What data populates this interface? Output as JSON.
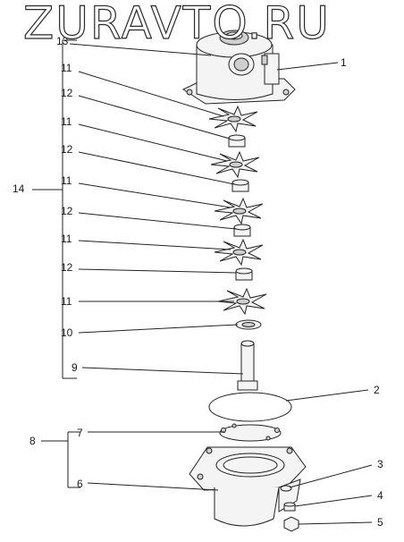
{
  "watermark": "ZURAVTO.RU",
  "callouts": {
    "c1": "1",
    "c2": "2",
    "c3": "3",
    "c4": "4",
    "c5": "5",
    "c6": "6",
    "c7": "7",
    "c8": "8",
    "c9": "9",
    "c10": "10",
    "c11a": "11",
    "c11b": "11",
    "c11c": "11",
    "c11d": "11",
    "c11e": "11",
    "c12a": "12",
    "c12b": "12",
    "c12c": "12",
    "c12d": "12",
    "c13": "13",
    "c14": "14"
  }
}
